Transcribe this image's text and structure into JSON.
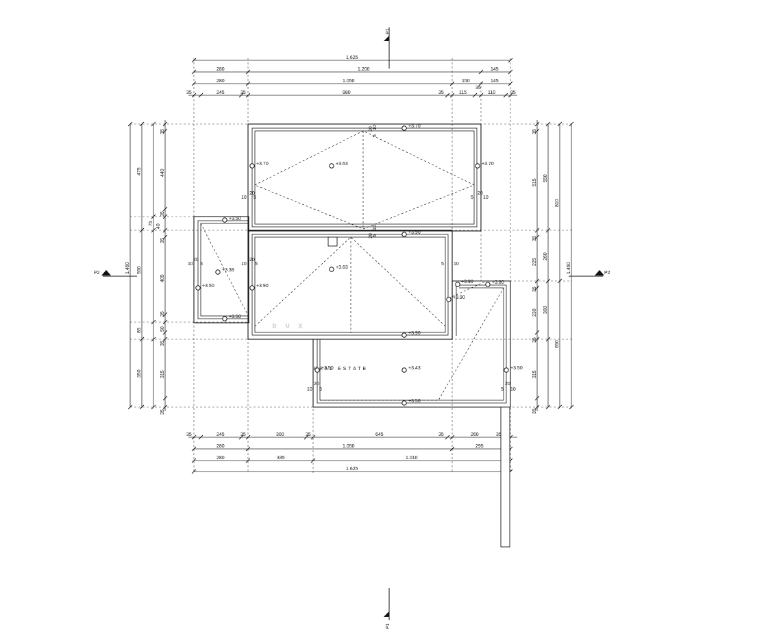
{
  "watermark": {
    "brand": "DUX",
    "sub": "REAL ESTATE"
  },
  "section_markers": {
    "p1_top": "P1",
    "p1_bottom": "P1",
    "p2_left": "P2",
    "p2_right": "P2"
  },
  "dims_top": {
    "row1": [
      "1.625"
    ],
    "row2": [
      "280",
      "1.200",
      "145"
    ],
    "row3": [
      "280",
      "1.050",
      "150",
      "145"
    ],
    "row4": [
      "35",
      "245",
      "35",
      "980",
      "35",
      "115",
      "35",
      "110",
      "35"
    ]
  },
  "dims_bottom": {
    "row1": [
      "35",
      "245",
      "35",
      "300",
      "35",
      "645",
      "35",
      "260",
      "35"
    ],
    "row2": [
      "280",
      "1.050",
      "295"
    ],
    "row3": [
      "280",
      "335",
      "1.010"
    ],
    "row4": [
      "1.625"
    ]
  },
  "dims_left": {
    "outer": [
      "1.460"
    ],
    "mid": [
      "475",
      "550",
      "85",
      "350"
    ],
    "inner": [
      "35",
      "440",
      "35",
      "75",
      "40",
      "35",
      "405",
      "35",
      "50",
      "35",
      "315",
      "35"
    ]
  },
  "dims_right": {
    "outer": [
      "1.460"
    ],
    "mid": [
      "810",
      "650"
    ],
    "inner2": [
      "550",
      "260",
      "300"
    ],
    "inner": [
      "35",
      "515",
      "35",
      "225",
      "35",
      "230",
      "35",
      "315",
      "35"
    ]
  },
  "elevations": [
    "+3.70",
    "+3.63",
    "+3.70",
    "+3.70",
    "+3.90",
    "+3.63",
    "+3.90",
    "+3.50",
    "+3.38",
    "+3.90",
    "+3.50",
    "+3.90",
    "+3.50",
    "+3.43",
    "+3.50",
    "+3.50",
    "+3.90",
    "+3.80",
    "+3.50"
  ],
  "small_dims": [
    "10",
    "5",
    "20",
    "10",
    "5",
    "20",
    "5",
    "10",
    "20",
    "10",
    "5",
    "20",
    "5",
    "10",
    "10",
    "5",
    "20",
    "5",
    "10",
    "20",
    "10",
    "5",
    "20",
    "5",
    "10",
    "20"
  ]
}
